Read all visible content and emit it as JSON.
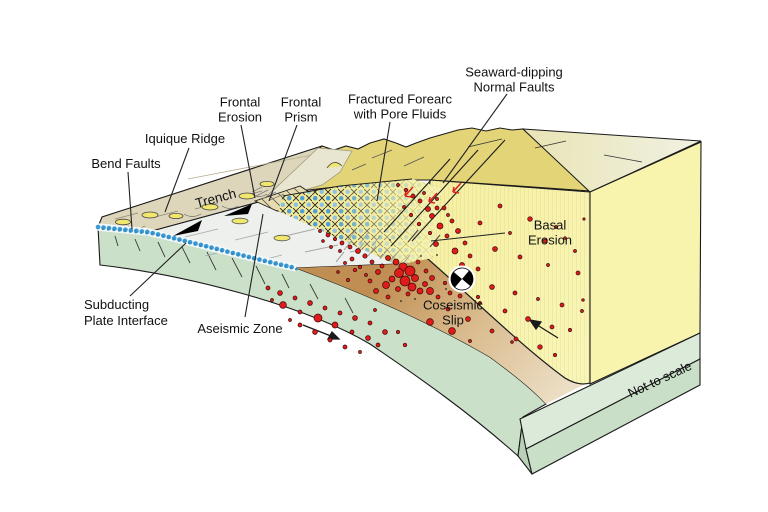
{
  "labels": {
    "bend_faults": "Bend Faults",
    "iquique_ridge": "Iquique Ridge",
    "trench": "Trench",
    "frontal_erosion": "Frontal\nErosion",
    "frontal_prism": "Frontal\nPrism",
    "fractured_forearc": "Fractured Forearc\nwith Pore Fluids",
    "seaward_dipping": "Seaward-dipping\nNormal Faults",
    "basal_erosion": "Basal\nErosion",
    "subducting_plate_interface": "Subducting\nPlate Interface",
    "aseismic_zone": "Aseismic Zone",
    "coseismic_slip": "Coseismic\nSlip",
    "not_to_scale": "Not to scale"
  },
  "colors": {
    "background": "#ffffff",
    "ocean_sediment_top": "#ddd6bb",
    "oceanic_crust_face": "#cbe0c8",
    "slab_surface": "#eef0ee",
    "interface_band_dots": "#3d9ad1",
    "forearc_front_face": "#f8f3ac",
    "forearc_top_surface": "#eceedb",
    "coastal_mountains": "#e3d478",
    "fractured_wedge": "#f3eb9a",
    "coseismic_band_dark": "#c08e52",
    "plinth_green": "#dcebd9",
    "seamount_yellow": "#f2e76d",
    "earthquake_red": "#e01b1b",
    "line_black": "#1a1a1a"
  },
  "seismicity": {
    "color": "#e01b1b",
    "red_dots": [
      [
        388,
        258,
        2.5
      ],
      [
        396,
        262,
        3
      ],
      [
        403,
        267,
        4.2
      ],
      [
        410,
        271,
        5
      ],
      [
        399,
        273,
        4.5
      ],
      [
        392,
        279,
        3
      ],
      [
        405,
        281,
        5
      ],
      [
        415,
        278,
        3.5
      ],
      [
        412,
        287,
        4
      ],
      [
        398,
        289,
        2.5
      ],
      [
        420,
        291,
        3
      ],
      [
        408,
        294,
        2
      ],
      [
        425,
        284,
        2.5
      ],
      [
        418,
        262,
        2
      ],
      [
        426,
        271,
        2
      ],
      [
        432,
        278,
        2.5
      ],
      [
        430,
        291,
        3.5
      ],
      [
        438,
        297,
        2
      ],
      [
        382,
        266,
        2
      ],
      [
        378,
        272,
        2.5
      ],
      [
        386,
        285,
        3.5
      ],
      [
        372,
        262,
        2
      ],
      [
        365,
        256,
        2.2
      ],
      [
        358,
        251,
        2.5
      ],
      [
        350,
        247,
        2
      ],
      [
        342,
        243,
        2
      ],
      [
        335,
        239,
        1.6
      ],
      [
        328,
        235,
        2
      ],
      [
        320,
        231,
        1.5
      ],
      [
        340,
        251,
        1.5
      ],
      [
        352,
        259,
        2
      ],
      [
        360,
        267,
        1.6
      ],
      [
        345,
        263,
        1.5
      ],
      [
        331,
        247,
        1.5
      ],
      [
        323,
        241,
        1.4
      ],
      [
        370,
        281,
        2
      ],
      [
        376,
        291,
        2.5
      ],
      [
        388,
        297,
        2
      ],
      [
        366,
        275,
        1.5
      ],
      [
        355,
        270,
        1.8
      ],
      [
        348,
        280,
        1.6
      ],
      [
        338,
        272,
        1.4
      ],
      [
        432,
        216,
        2.5
      ],
      [
        440,
        226,
        3
      ],
      [
        447,
        236,
        2
      ],
      [
        436,
        244,
        2.5
      ],
      [
        452,
        221,
        2
      ],
      [
        458,
        231,
        2.5
      ],
      [
        444,
        208,
        2
      ],
      [
        465,
        243,
        2
      ],
      [
        455,
        251,
        3
      ],
      [
        470,
        256,
        2
      ],
      [
        462,
        265,
        2.5
      ],
      [
        478,
        269,
        2
      ],
      [
        420,
        201,
        2
      ],
      [
        428,
        209,
        2.5
      ],
      [
        413,
        196,
        2
      ],
      [
        406,
        190,
        1.8
      ],
      [
        398,
        185,
        1.5
      ],
      [
        424,
        193,
        1.5
      ],
      [
        437,
        199,
        1.5
      ],
      [
        448,
        215,
        1.5
      ],
      [
        430,
        233,
        1.6
      ],
      [
        419,
        224,
        1.8
      ],
      [
        411,
        215,
        1.6
      ],
      [
        404,
        207,
        1.5
      ],
      [
        500,
        206,
        2
      ],
      [
        530,
        219,
        2.3
      ],
      [
        556,
        227,
        1.5
      ],
      [
        480,
        223,
        2
      ],
      [
        510,
        233,
        1.5
      ],
      [
        545,
        241,
        2
      ],
      [
        575,
        251,
        1.5
      ],
      [
        495,
        249,
        2.4
      ],
      [
        520,
        257,
        2
      ],
      [
        548,
        265,
        1.5
      ],
      [
        578,
        273,
        2
      ],
      [
        470,
        281,
        2
      ],
      [
        492,
        287,
        2.4
      ],
      [
        515,
        293,
        2
      ],
      [
        538,
        299,
        1.5
      ],
      [
        562,
        305,
        2
      ],
      [
        582,
        311,
        1.5
      ],
      [
        505,
        311,
        2
      ],
      [
        528,
        319,
        2.4
      ],
      [
        552,
        327,
        2
      ],
      [
        480,
        303,
        1.5
      ],
      [
        460,
        296,
        2
      ],
      [
        448,
        309,
        2
      ],
      [
        468,
        319,
        2.4
      ],
      [
        492,
        331,
        2
      ],
      [
        516,
        339,
        2
      ],
      [
        540,
        347,
        2.3
      ],
      [
        470,
        341,
        1.5
      ],
      [
        452,
        331,
        3.4
      ],
      [
        437,
        208,
        2
      ],
      [
        584,
        219,
        1.2
      ],
      [
        565,
        238,
        1.3
      ],
      [
        583,
        300,
        1.3
      ],
      [
        570,
        330,
        1.6
      ],
      [
        555,
        355,
        1.6
      ],
      [
        512,
        342,
        1.4
      ],
      [
        268,
        288,
        2
      ],
      [
        280,
        293,
        2.4
      ],
      [
        295,
        298,
        2
      ],
      [
        310,
        303,
        2.4
      ],
      [
        325,
        308,
        2
      ],
      [
        340,
        313,
        2
      ],
      [
        355,
        318,
        2.4
      ],
      [
        370,
        323,
        2
      ],
      [
        283,
        305,
        3.4
      ],
      [
        300,
        312,
        2
      ],
      [
        318,
        318,
        4
      ],
      [
        335,
        325,
        3
      ],
      [
        352,
        332,
        2
      ],
      [
        368,
        338,
        2.4
      ],
      [
        300,
        325,
        2
      ],
      [
        315,
        332,
        2.4
      ],
      [
        330,
        340,
        2
      ],
      [
        345,
        347,
        2
      ],
      [
        272,
        300,
        1.5
      ],
      [
        290,
        320,
        1.5
      ],
      [
        360,
        352,
        1.5
      ],
      [
        378,
        345,
        2
      ],
      [
        385,
        332,
        2.4
      ],
      [
        375,
        310,
        1.5
      ],
      [
        405,
        345,
        1.8
      ],
      [
        398,
        332,
        1.6
      ],
      [
        445,
        283,
        1.6
      ],
      [
        450,
        293,
        2
      ],
      [
        478,
        297,
        1.6
      ],
      [
        430,
        322,
        3.4
      ]
    ],
    "black_specks": [
      [
        415,
        299,
        0.9
      ],
      [
        431,
        303,
        0.9
      ],
      [
        401,
        301,
        0.9
      ],
      [
        446,
        289,
        0.9
      ],
      [
        421,
        256,
        0.9
      ],
      [
        390,
        240,
        0.9
      ],
      [
        437,
        255,
        0.9
      ]
    ]
  }
}
